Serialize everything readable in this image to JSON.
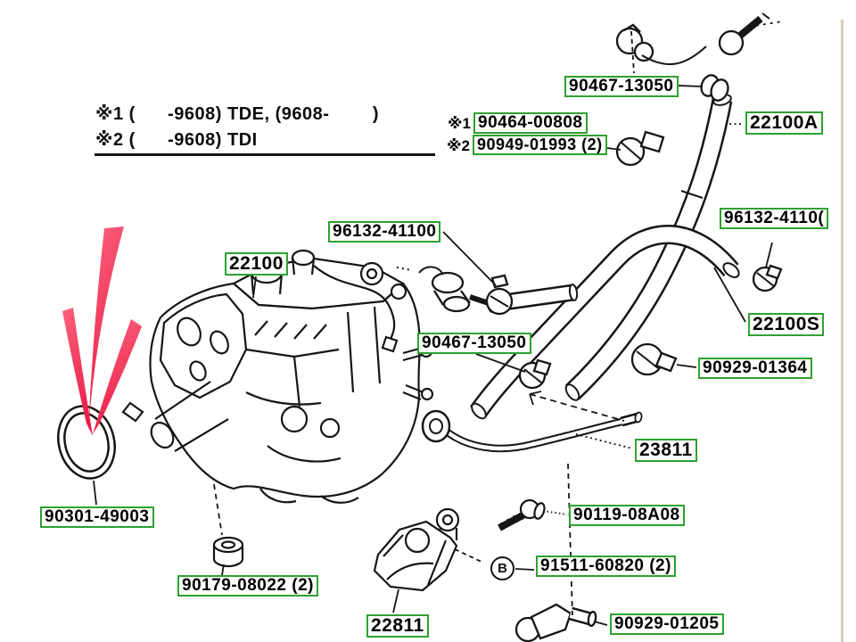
{
  "notes": {
    "line1": "※1 (      -9608) TDE, (9608-        )",
    "line2": "※2 (      -9608) TDI"
  },
  "marker_b": "B",
  "colors": {
    "label_border": "#2fa12f",
    "arrow_light": "#fa647e",
    "arrow_top": "#fb617c",
    "arrow_bottom": "#ea2048",
    "edge_line": "#dbcbb8",
    "line_art": "#161616"
  },
  "labels": [
    {
      "id": "90467-13050-top",
      "text": "90467-13050"
    },
    {
      "id": "90464-00808",
      "text": "90464-00808",
      "prefix": "※1"
    },
    {
      "id": "90949-01993",
      "text": "90949-01993 (2)",
      "prefix": "※2"
    },
    {
      "id": "22100A",
      "text": "22100A"
    },
    {
      "id": "96132-41100-right",
      "text": "96132-4110("
    },
    {
      "id": "96132-41100",
      "text": "96132-41100"
    },
    {
      "id": "22100",
      "text": "22100"
    },
    {
      "id": "90467-13050-mid",
      "text": "90467-13050"
    },
    {
      "id": "22100S",
      "text": "22100S"
    },
    {
      "id": "90929-01364",
      "text": "90929-01364"
    },
    {
      "id": "23811",
      "text": "23811"
    },
    {
      "id": "90119-08A08",
      "text": "90119-08A08"
    },
    {
      "id": "91511-60820",
      "text": "91511-60820 (2)"
    },
    {
      "id": "90929-01205",
      "text": "90929-01205"
    },
    {
      "id": "22811",
      "text": "22811"
    },
    {
      "id": "90179-08022",
      "text": "90179-08022 (2)"
    },
    {
      "id": "90301-49003",
      "text": "90301-49003"
    }
  ]
}
